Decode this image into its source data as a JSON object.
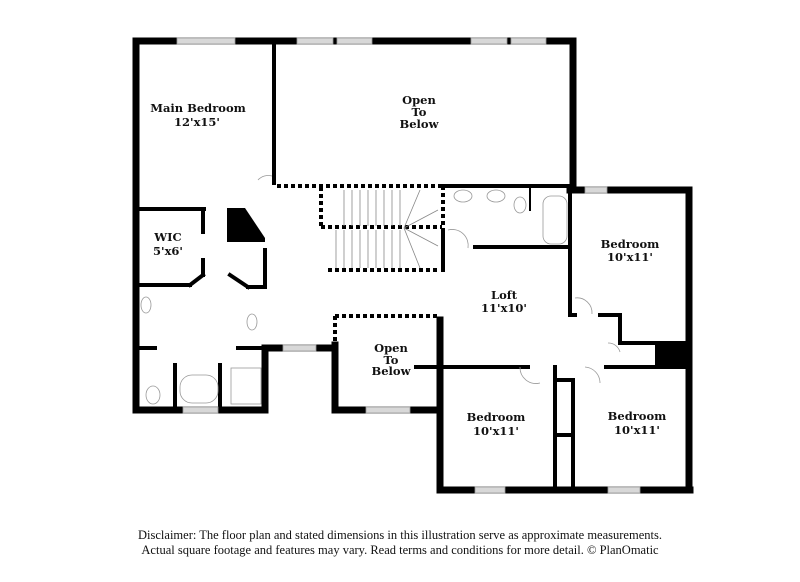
{
  "rooms": [
    {
      "name": "Main Bedroom",
      "dims": "12'x15'"
    },
    {
      "name": "Open To Below",
      "line1": "Open",
      "line2": "To",
      "line3": "Below"
    },
    {
      "name": "WIC",
      "dims": "5'x6'"
    },
    {
      "name": "Bedroom",
      "dims": "10'x11'"
    },
    {
      "name": "Loft",
      "dims": "11'x10'"
    },
    {
      "name": "Open To Below",
      "line1": "Open",
      "line2": "To",
      "line3": "Below"
    },
    {
      "name": "Bedroom",
      "dims": "10'x11'"
    },
    {
      "name": "Bedroom",
      "dims": "10'x11'"
    }
  ],
  "disclaimer": {
    "line1": "Disclaimer: The floor plan and stated dimensions in this illustration serve as approximate measurements.",
    "line2": "Actual square footage and features may vary. Read terms and conditions for more detail. © PlanOmatic"
  },
  "colors": {
    "wall": "#000000",
    "window": "#d8d8d8",
    "fixture": "#999999"
  }
}
